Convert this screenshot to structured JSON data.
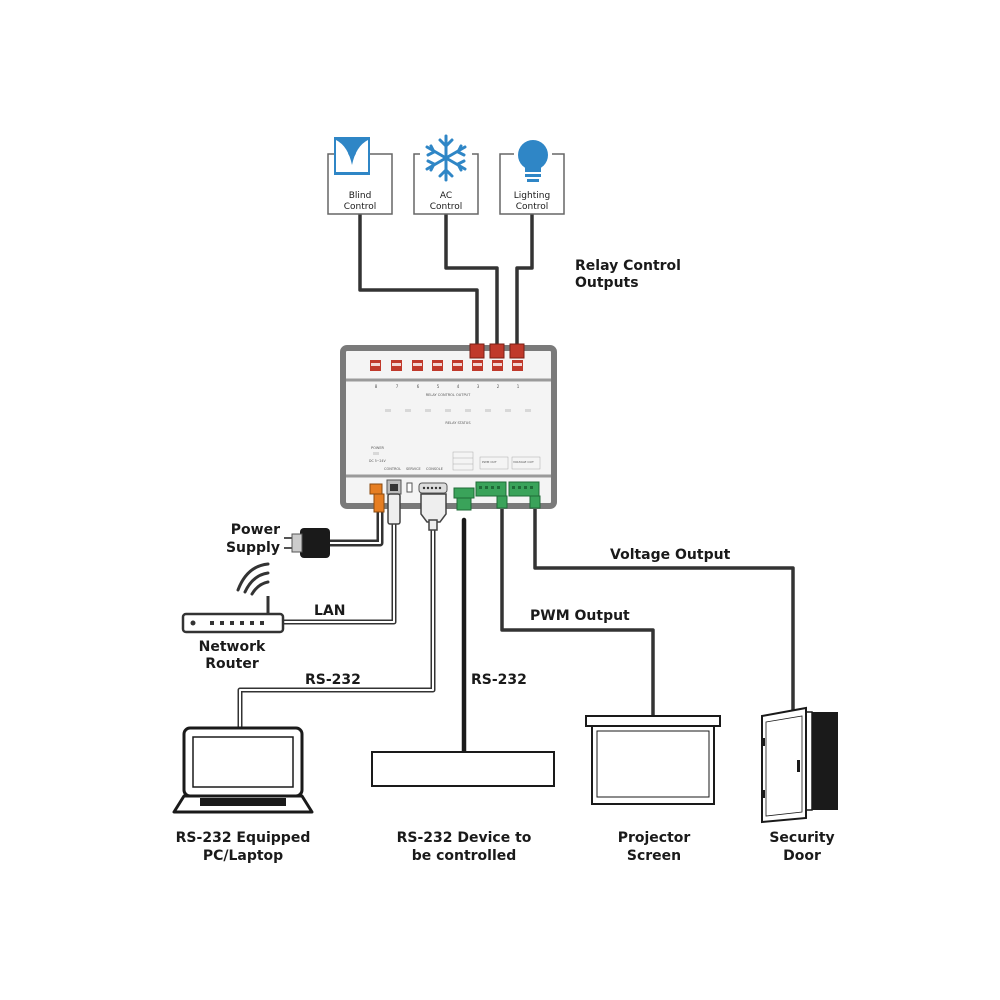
{
  "loads": {
    "blind": [
      "Blind",
      "Control"
    ],
    "ac": [
      "AC",
      "Control"
    ],
    "lighting": [
      "Lighting",
      "Control"
    ]
  },
  "labels": {
    "relay_outputs": [
      "Relay Control",
      "Outputs"
    ],
    "power_supply": [
      "Power",
      "Supply"
    ],
    "lan": "LAN",
    "network_router": [
      "Network",
      "Router"
    ],
    "rs232_left": "RS-232",
    "rs232_mid": "RS-232",
    "pwm_output": "PWM Output",
    "voltage_output": "Voltage Output",
    "pc_laptop": [
      "RS-232 Equipped",
      "PC/Laptop"
    ],
    "rs232_device": [
      "RS-232 Device to",
      "be controlled"
    ],
    "projector_screen": [
      "Projector",
      "Screen"
    ],
    "security_door": [
      "Security",
      "Door"
    ]
  },
  "device": {
    "relay_numbers": [
      "8",
      "7",
      "6",
      "5",
      "4",
      "3",
      "2",
      "1"
    ],
    "relay_control_output": "RELAY CONTROL OUTPUT",
    "relay_status": "RELAY STATUS",
    "power": "POWER",
    "dc_in": "DC 5~24V",
    "control": "CONTROL",
    "service": "SERVICE",
    "console": "CONSOLE",
    "pwm_out": "PWM OUT",
    "voltage_out": "VOLTAGE OUT"
  },
  "colors": {
    "cable_dark": "#333333",
    "device_gray": "#e6e6e6",
    "relay_red": "#c0392b",
    "terminal_green": "#3aa35a",
    "icon_blue": "#2f86c6"
  }
}
